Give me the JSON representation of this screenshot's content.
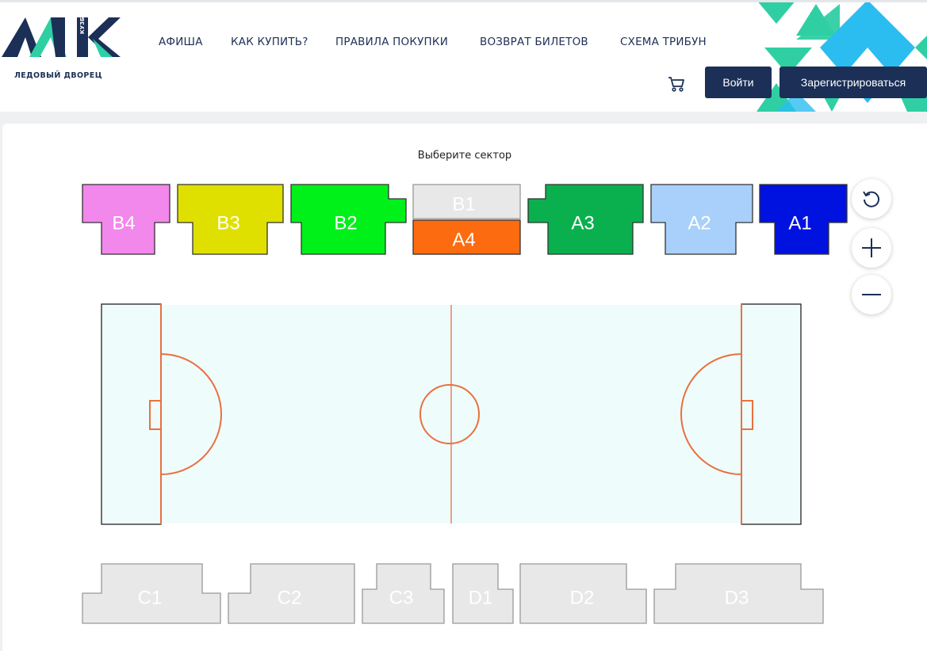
{
  "header": {
    "logo_caption": "ЛЕДОВЫЙ ДВОРЕЦ",
    "logo_vertical": "КУЗБАСС",
    "nav": [
      {
        "label": "АФИША"
      },
      {
        "label": "КАК КУПИТЬ?"
      },
      {
        "label": "ПРАВИЛА ПОКУПКИ"
      },
      {
        "label": "ВОЗВРАТ БИЛЕТОВ"
      },
      {
        "label": "СХЕМА ТРИБУН"
      }
    ],
    "login_label": "Войти",
    "register_label": "Зарегистрироваться",
    "cart_icon": "cart-icon"
  },
  "colors": {
    "brand_navy": "#1b2f57",
    "accent_teal": "#2fcfa3",
    "accent_blue": "#2bbdf0"
  },
  "main": {
    "title": "Выберите сектор",
    "sectors": {
      "B4": {
        "label": "B4",
        "color": "#f287ec"
      },
      "B3": {
        "label": "B3",
        "color": "#e0e000"
      },
      "B2": {
        "label": "B2",
        "color": "#00f01a"
      },
      "B1": {
        "label": "B1",
        "color": "#e8e8e8"
      },
      "A4": {
        "label": "A4",
        "color": "#fd6b10"
      },
      "A3": {
        "label": "A3",
        "color": "#0ab04e"
      },
      "A2": {
        "label": "A2",
        "color": "#a8d0fa"
      },
      "A1": {
        "label": "A1",
        "color": "#0012e0"
      },
      "C1": {
        "label": "C1",
        "color": "#e8e8e8"
      },
      "C2": {
        "label": "C2",
        "color": "#e8e8e8"
      },
      "C3": {
        "label": "C3",
        "color": "#e8e8e8"
      },
      "D1": {
        "label": "D1",
        "color": "#e8e8e8"
      },
      "D2": {
        "label": "D2",
        "color": "#e8e8e8"
      },
      "D3": {
        "label": "D3",
        "color": "#e8e8e8"
      }
    },
    "field_color": "#effcfc",
    "line_color": "#e8713f",
    "controls": {
      "reset_icon": "reset-rotate-icon",
      "zoom_in_icon": "zoom-in-plus-icon",
      "zoom_out_icon": "zoom-out-minus-icon"
    }
  }
}
